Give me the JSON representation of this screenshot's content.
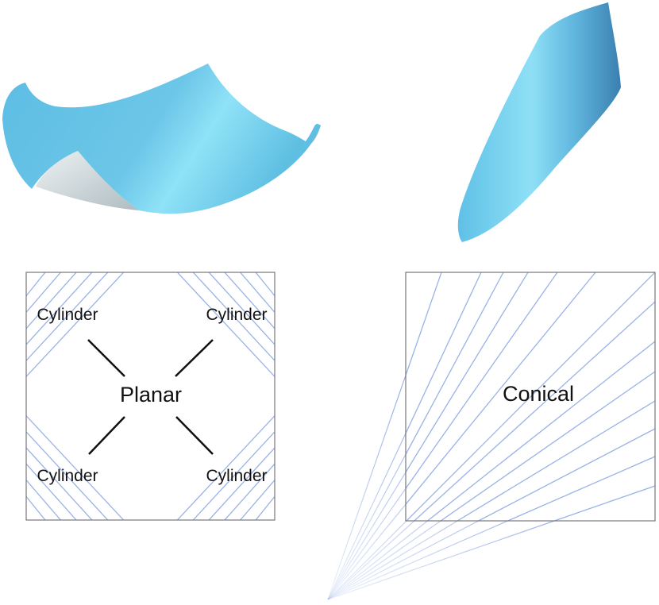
{
  "colors": {
    "surface_light": "#8fe2f7",
    "surface_mid": "#62c1e4",
    "surface_dark": "#3f8fbe",
    "underside": "#c9d6d9",
    "ruling_line": "#9ab2e6",
    "frame": "#777777",
    "connector": "#111111"
  },
  "planar_panel": {
    "center_label": "Planar",
    "corner_labels": [
      "Cylinder",
      "Cylinder",
      "Cylinder",
      "Cylinder"
    ]
  },
  "conical_panel": {
    "label": "Conical"
  }
}
